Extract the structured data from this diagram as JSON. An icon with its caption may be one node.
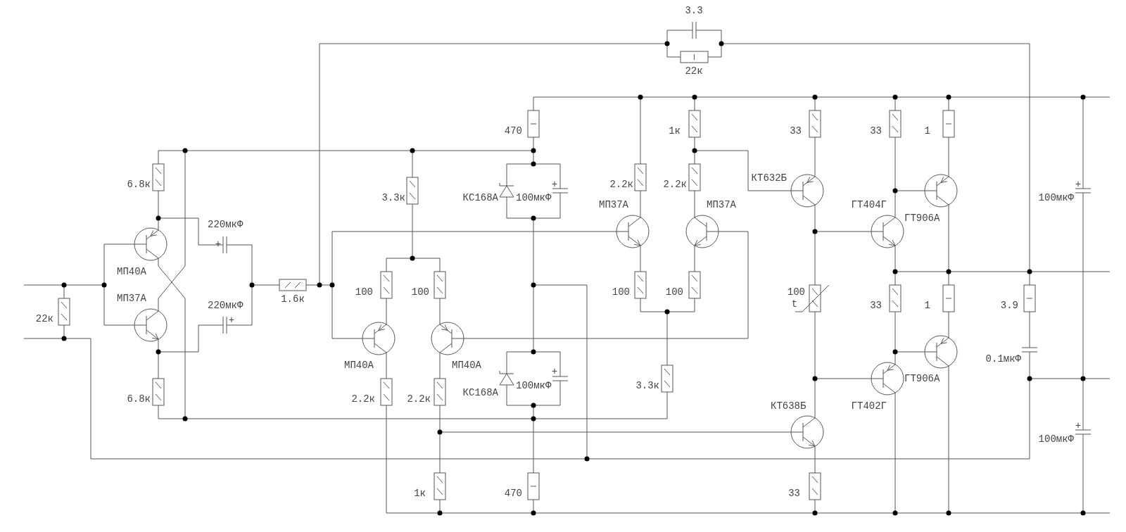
{
  "diagram": {
    "labels": [
      "3.3",
      "22к",
      "470",
      "1к",
      "33",
      "33",
      "1",
      "КТ632Б",
      "6.8к",
      "+",
      "2.2к",
      "2.2к",
      "+",
      "3.3к",
      "КС168А",
      "100мкФ",
      "100мкФ",
      "МП37А",
      "МП37А",
      "ГТ404Г",
      "ГТ906А",
      "220мкФ",
      "+",
      "МП40А",
      "100",
      "100",
      "100",
      "100",
      "100",
      "МП37А",
      "220мкФ",
      "1.6к",
      "t",
      "33",
      "1",
      "3.9",
      "22к",
      "+",
      "0.1мкФ",
      "МП40А",
      "МП40А",
      "+",
      "ГТ906А",
      "100мкФ",
      "3.3к",
      "КС168А",
      "6.8к",
      "2.2к",
      "2.2к",
      "КТ638Б",
      "ГТ402Г",
      "+",
      "100мкФ",
      "1к",
      "470",
      "33"
    ]
  }
}
